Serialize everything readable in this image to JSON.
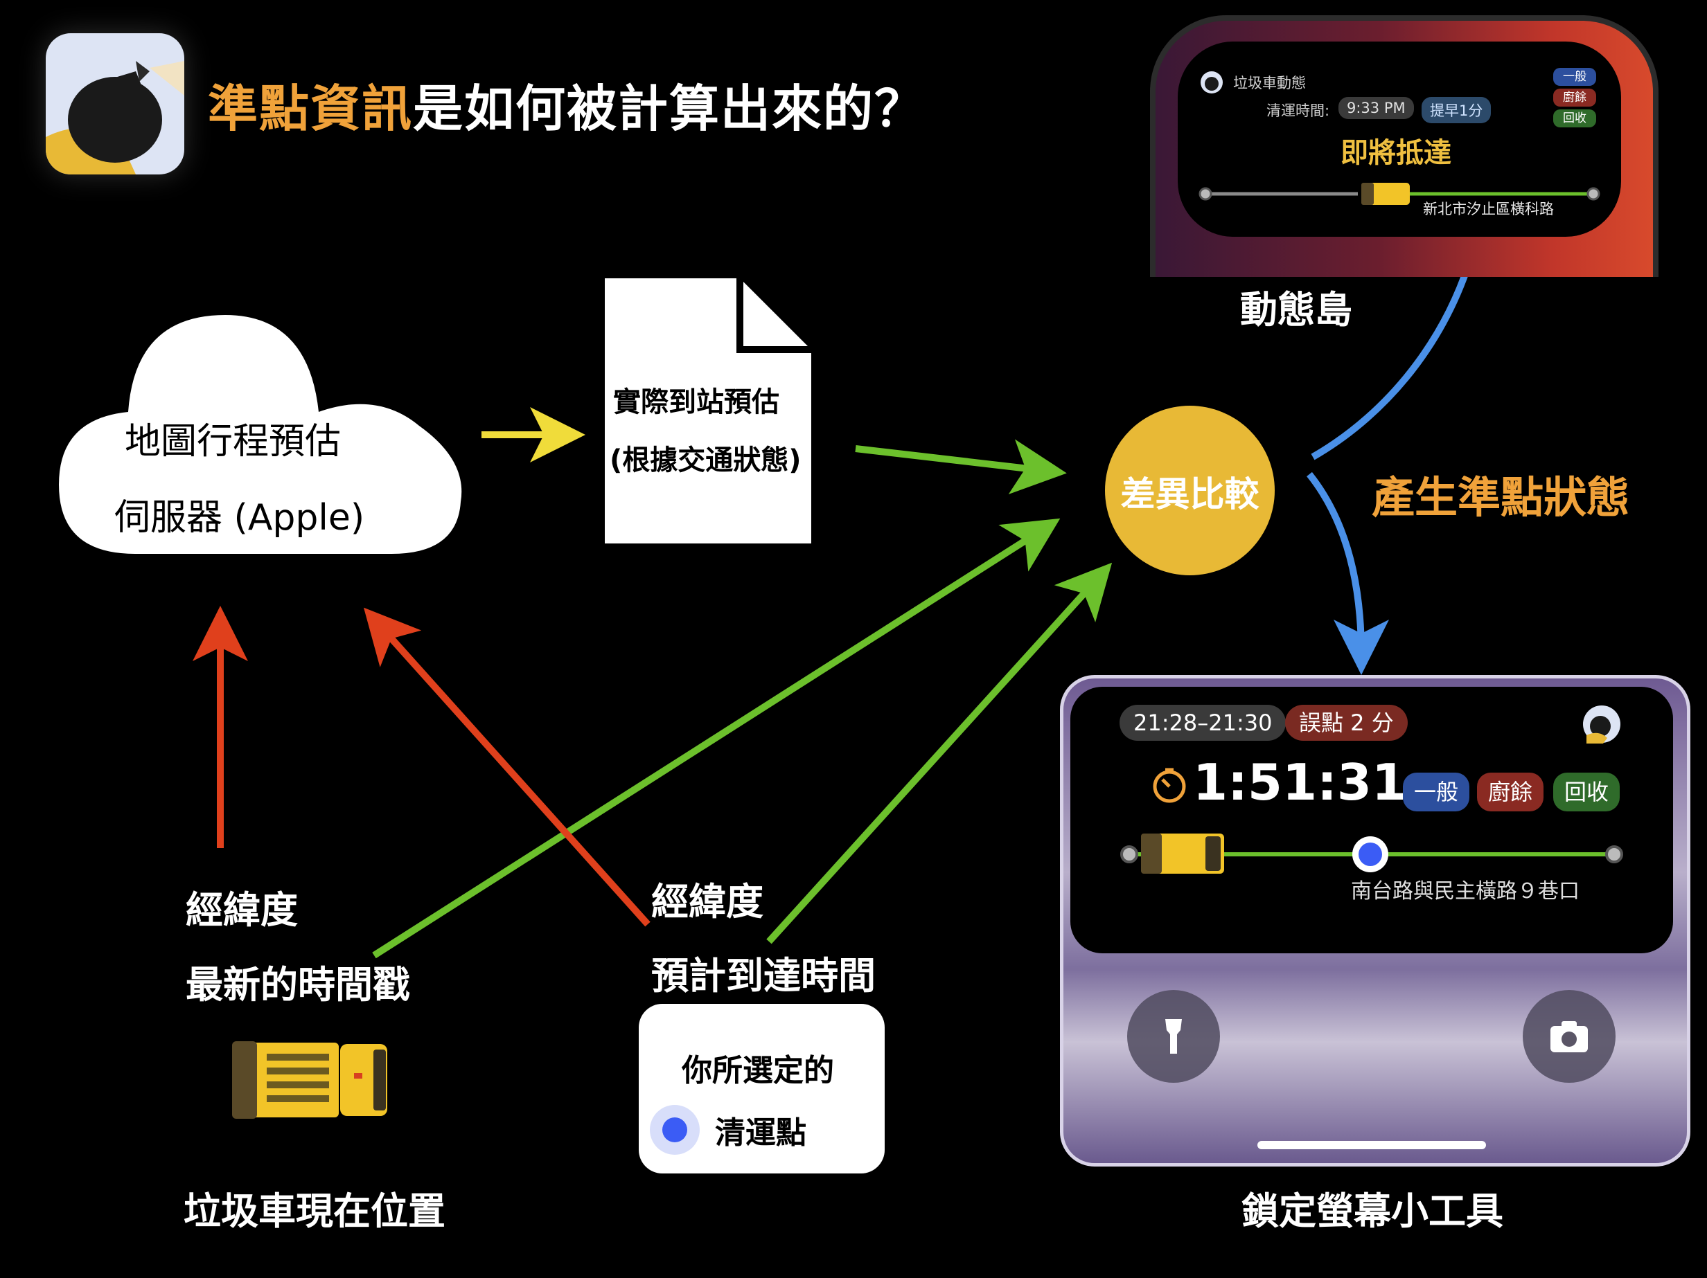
{
  "title": {
    "highlight": "準點資訊",
    "rest": "是如何被計算出來的？"
  },
  "cloud": {
    "line1": "地圖行程預估",
    "line2": "伺服器 (Apple)"
  },
  "document": {
    "line1": "實際到站預估",
    "line2": "(根據交通狀態)"
  },
  "compare_node": {
    "label": "差異比較"
  },
  "produce_label": "產生準點狀態",
  "truck_input": {
    "line1": "經緯度",
    "line2": "最新的時間戳",
    "caption": "垃圾車現在位置"
  },
  "stop_input": {
    "line1": "經緯度",
    "line2": "預計到達時間"
  },
  "stop_card": {
    "line1": "你所選定的",
    "line2": "清運點"
  },
  "dynamic_island": {
    "caption": "動態島",
    "app_name": "垃圾車動態",
    "time_label": "清運時間:",
    "time_value": "9:33 PM",
    "status_chip": "提早1分",
    "headline": "即將抵達",
    "address": "新北市汐止區橫科路",
    "tags": [
      "一般",
      "廚餘",
      "回收"
    ]
  },
  "lock_screen": {
    "caption": "鎖定螢幕小工具",
    "time_range": "21:28–21:30",
    "delay_chip": "誤點 2 分",
    "countdown": "1:51:31",
    "address": "南台路與民主橫路９巷口",
    "tags": [
      "一般",
      "廚餘",
      "回收"
    ]
  },
  "colors": {
    "accent_orange": "#f0a23a",
    "compare_yellow": "#e8b936",
    "arrow_yellow": "#f0dc3a",
    "arrow_green": "#6cc02c",
    "arrow_red": "#e0401c",
    "arrow_blue": "#4a90e8",
    "tag_general": "#2c4f9e",
    "tag_food": "#8a2a22",
    "tag_recycle": "#2f6b2a"
  },
  "icons": [
    "garbage-bag-icon",
    "document-icon",
    "cloud-icon",
    "garbage-truck-icon",
    "stop-dot-icon",
    "flashlight-icon",
    "camera-icon",
    "timer-icon"
  ]
}
